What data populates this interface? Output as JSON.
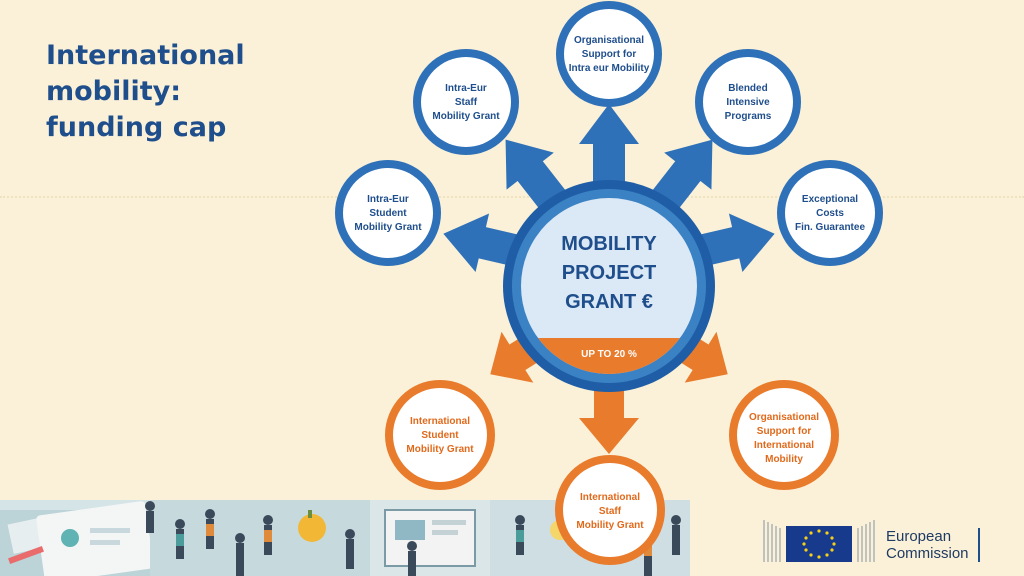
{
  "title": {
    "lines": [
      "International",
      "mobility:",
      "funding cap"
    ]
  },
  "center": {
    "lines": [
      "MOBILITY",
      "PROJECT",
      "GRANT  €"
    ],
    "band": "UP TO 20 %"
  },
  "colors": {
    "blue": "#2f71b8",
    "orange": "#e87b2c",
    "text_blue": "#1f4e8c",
    "background": "#fbf1d8"
  },
  "blue_nodes": [
    {
      "id": "org-support-intra",
      "lines": [
        "Organisational",
        "Support for",
        "Intra eur Mobility"
      ]
    },
    {
      "id": "intra-eur-staff",
      "lines": [
        "Intra-Eur",
        "Staff",
        "Mobility Grant"
      ]
    },
    {
      "id": "blended-intensive",
      "lines": [
        "Blended",
        "Intensive",
        "Programs"
      ]
    },
    {
      "id": "intra-eur-student",
      "lines": [
        "Intra-Eur",
        "Student",
        "Mobility Grant"
      ]
    },
    {
      "id": "exceptional-costs",
      "lines": [
        "Exceptional",
        "Costs",
        "Fin. Guarantee"
      ]
    }
  ],
  "orange_nodes": [
    {
      "id": "intl-student",
      "lines": [
        "International",
        "Student",
        "Mobility Grant"
      ]
    },
    {
      "id": "org-support-intl",
      "lines": [
        "Organisational",
        "Support for",
        "International",
        "Mobility"
      ]
    },
    {
      "id": "intl-staff",
      "lines": [
        "International",
        "Staff",
        "Mobility Grant"
      ]
    }
  ],
  "logo": {
    "lines": [
      "European",
      "Commission"
    ]
  }
}
